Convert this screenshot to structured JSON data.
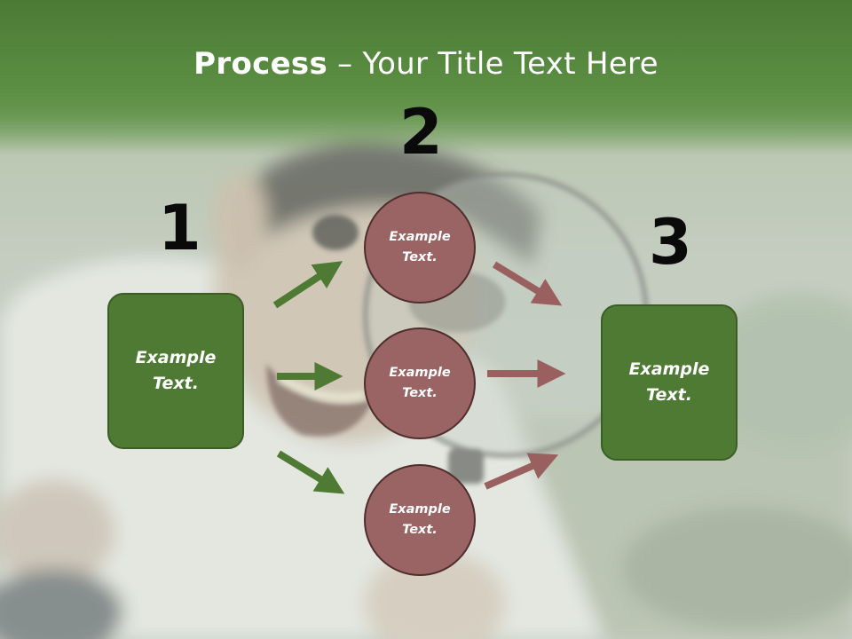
{
  "title": {
    "bold": "Process",
    "rest": " – Your Title Text Here"
  },
  "steps": {
    "n1": "1",
    "n2": "2",
    "n3": "3"
  },
  "left_box": {
    "text": "Example\nText."
  },
  "right_box": {
    "text": "Example\nText."
  },
  "circles": [
    {
      "text": "Example\nText."
    },
    {
      "text": "Example\nText."
    },
    {
      "text": "Example\nText."
    }
  ],
  "colors": {
    "green": "#4f7a33",
    "arrow_green": "#4f7a33",
    "rose": "#9a6464",
    "arrow_rose": "#9a6060",
    "header": "#5a8d42"
  }
}
